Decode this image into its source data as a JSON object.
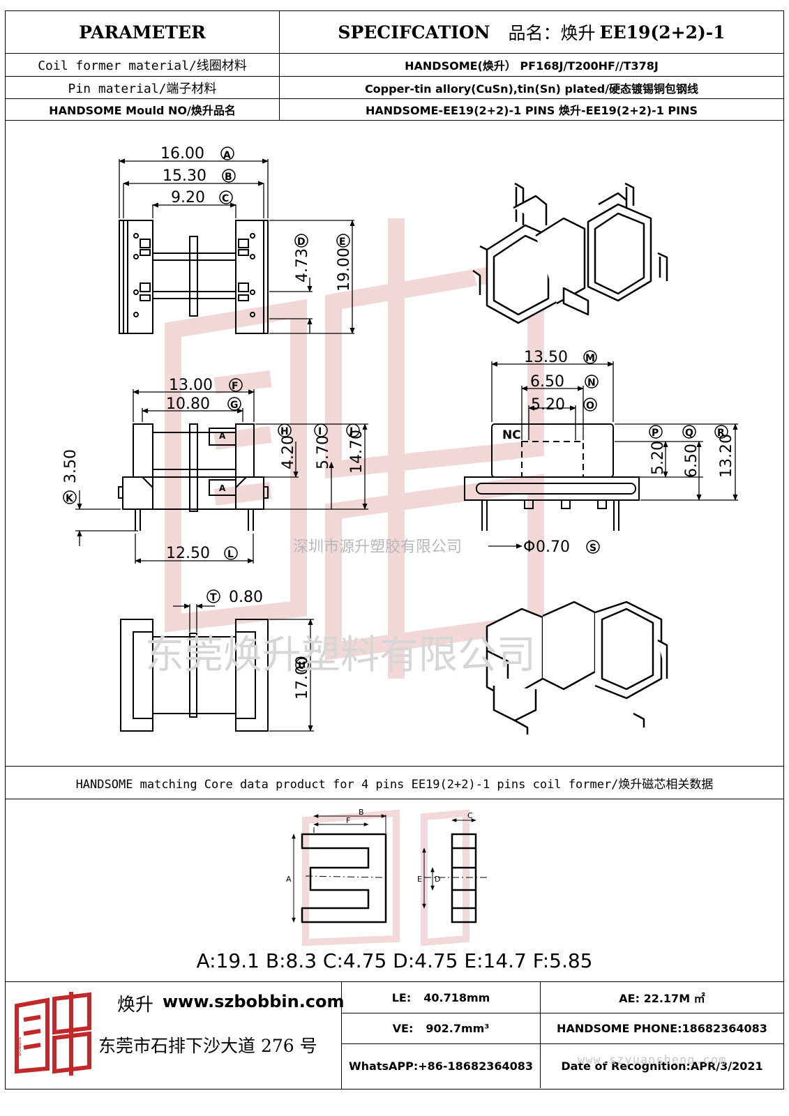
{
  "header": {
    "param_title": "PARAMETER",
    "spec_title": "SPECIFCATION",
    "product_name_label": "品名：焕升",
    "product_code": "EE19(2+2)-1",
    "rows": [
      {
        "label": "Coil former material/线圈材料",
        "value": "HANDSOME(焕升）  PF168J/T200HF//T378J"
      },
      {
        "label": "Pin material/端子材料",
        "value": "Copper-tin allory(CuSn),tin(Sn) plated/硬态镀锡铜包钢线"
      },
      {
        "label": "HANDSOME Mould NO/焕升品名",
        "value": "HANDSOME-EE19(2+2)-1 PINS    焕升-EE19(2+2)-1 PINS"
      }
    ]
  },
  "dimensions": {
    "A": "16.00",
    "B": "15.30",
    "C": "9.20",
    "D": "4.73",
    "E": "19.00",
    "F": "13.00",
    "G": "10.80",
    "H": "4.20",
    "I": "5.70",
    "J": "14.70",
    "K": "3.50",
    "L": "12.50",
    "M": "13.50",
    "N": "6.50",
    "O": "5.20",
    "P": "5.20",
    "Q": "6.50",
    "R": "13.20",
    "S": "0.70",
    "T": "0.80",
    "U": "17.00"
  },
  "drawing_labels": {
    "nc": "NC",
    "section_a": "A",
    "phi_prefix": "Φ",
    "watermark_small": "深圳市源升塑胶有限公司",
    "watermark_large": "东莞焕升塑料有限公司"
  },
  "core": {
    "band_text": "HANDSOME matching Core data  product for 4 pins EE19(2+2)-1 pins coil former/焕升磁芯相关数据",
    "letters": [
      "A",
      "B",
      "C",
      "D",
      "E",
      "F"
    ],
    "data_line": "A:19.1 B:8.3 C:4.75 D:4.75 E:14.7 F:5.85"
  },
  "footer": {
    "brand": "焕升",
    "website": "www.szbobbin.com",
    "address": "东莞市石排下沙大道 276 号",
    "logo_text": "BOBBIN",
    "le_label": "LE:",
    "le_value": "40.718mm",
    "ae_value": "AE: 22.17M ㎡",
    "ve_label": "VE:",
    "ve_value": "902.7mm³",
    "phone": "HANDSOME PHONE:18682364083",
    "whatsapp": "WhatsAPP:+86-18682364083",
    "date": "Date of Recognition:APR/3/2021",
    "site_watermark": "www.szyuansheng.com"
  },
  "colors": {
    "line": "#000000",
    "watermark_red": "#e8b7b7",
    "logo_red": "#c0282a",
    "watermark_gray": "#c9c9c9"
  }
}
